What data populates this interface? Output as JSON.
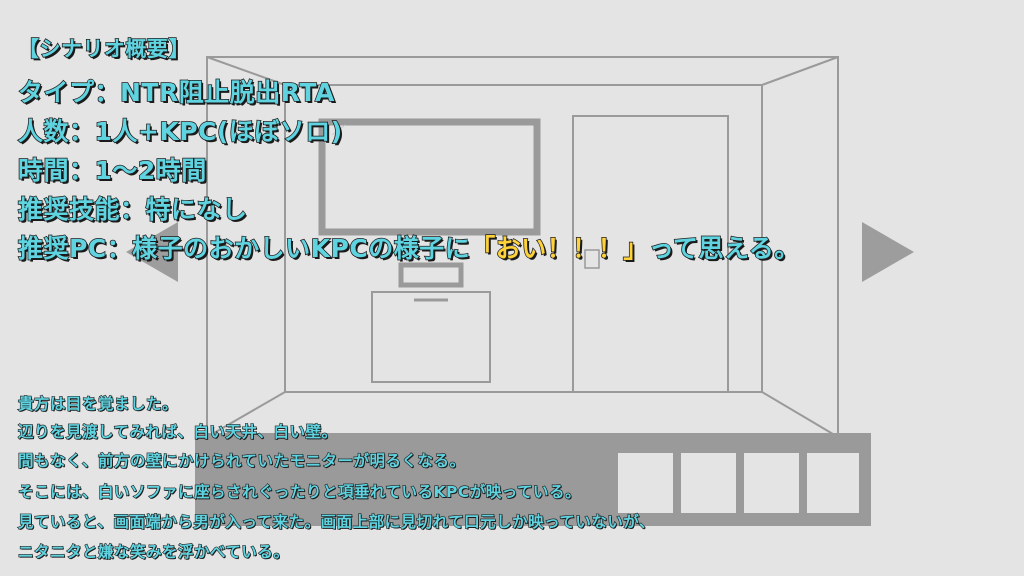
{
  "scenario": {
    "heading": "【シナリオ概要】",
    "type_line": "タイプ：NTR阻止脱出RTA",
    "players_line": "人数：1人+KPC(ほぼソロ)",
    "time_line": "時間：1～2時間",
    "skills_line": "推奨技能：特になし",
    "pc_line_prefix": "推奨PC：様子のおかしいKPCの様子に",
    "pc_line_quote": "「おい！！！」",
    "pc_line_suffix": "って思える。"
  },
  "story": [
    "貴方は目を覚ました。",
    "辺りを見渡してみれば、白い天井、白い壁。",
    "間もなく、前方の壁にかけられていたモニターが明るくなる。",
    "そこには、白いソファに座らされぐったりと項垂れているKPCが映っている。",
    "見ていると、画面端から男が入って来た。画面上部に見切れて口元しか映っていないが、",
    "ニタニタと嫌な笑みを浮かべている。"
  ],
  "colors": {
    "text": "#5fd3e0",
    "highlight": "#ffd23a",
    "outline": "#1b1b1b",
    "room_lines": "#9a9a9a",
    "background": "#e4e4e4"
  },
  "icons": {
    "left_arrow": "triangle-left",
    "right_arrow": "triangle-right"
  }
}
